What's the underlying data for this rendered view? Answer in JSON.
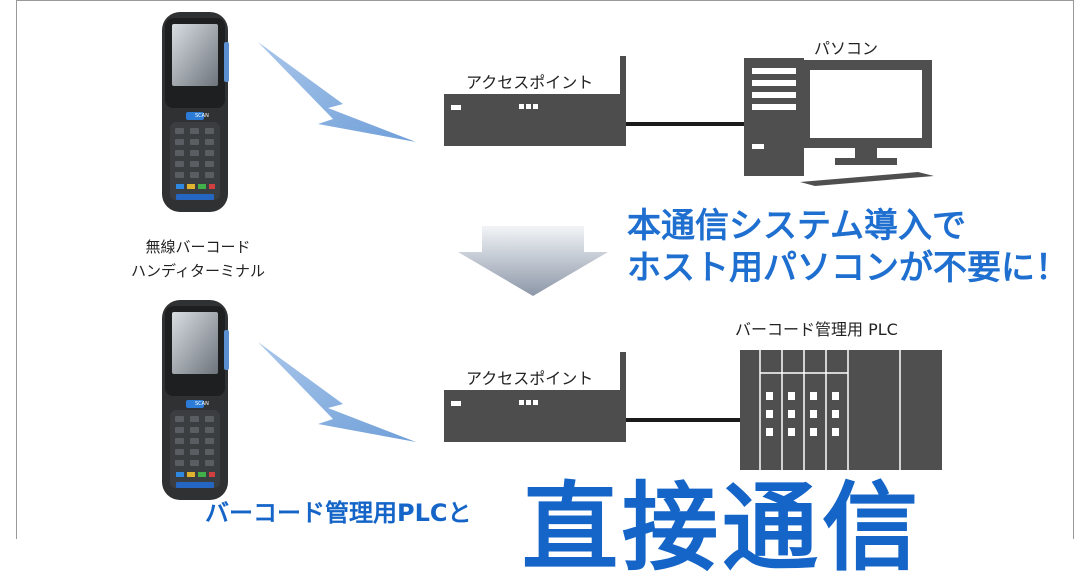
{
  "top_row": {
    "access_point_label": "アクセスポイント",
    "pc_label": "パソコン"
  },
  "terminal_caption": {
    "line1": "無線バーコード",
    "line2": "ハンディターミナル"
  },
  "headline": {
    "line1": "本通信システム導入で",
    "line2": "ホスト用パソコンが不要に！"
  },
  "bottom_row": {
    "access_point_label": "アクセスポイント",
    "plc_label": "バーコード管理用 PLC"
  },
  "footer": {
    "small_text": "バーコード管理用PLCと",
    "big_text": "直接通信"
  },
  "device_key_label": "SCAN",
  "colors": {
    "headline": "#1e6fd0",
    "device_dark": "#404040",
    "wireless": "#7aa6da",
    "arrow": "#8a96a8"
  },
  "icons": [
    "handheld-terminal-icon",
    "wireless-signal-icon",
    "access-point-icon",
    "desktop-pc-icon",
    "down-arrow-icon",
    "plc-rack-icon"
  ]
}
